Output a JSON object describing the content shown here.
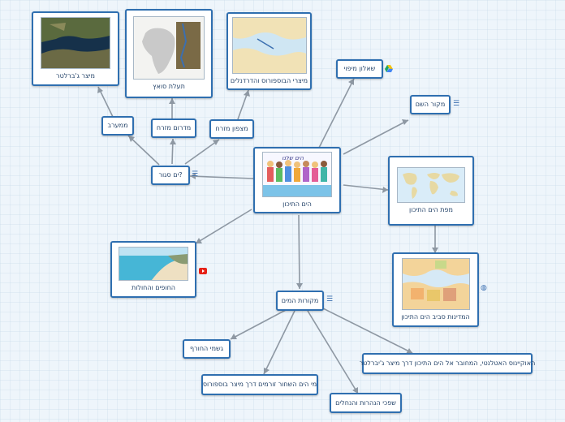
{
  "colors": {
    "border": "#2f6fb0",
    "link": "#8e98a3",
    "text": "#1f3f66",
    "canvas": "#eef5fb"
  },
  "nodes": {
    "center": {
      "label": "הים התיכון"
    },
    "straits": {
      "label": "?ים סגור"
    },
    "west": {
      "label": "ממערב"
    },
    "southeast": {
      "label": "מדרום מזרח"
    },
    "northeast": {
      "label": "מצפון מזרח"
    },
    "gibraltar": {
      "label": "מיצר ג'ברלטר"
    },
    "suez": {
      "label": "תעלת סואץ"
    },
    "bosphorus": {
      "label": "מיצרי הבוספורוס והדרדנלים"
    },
    "question": {
      "label": "שאלון מיפוי"
    },
    "name_origin": {
      "label": "מקור השם"
    },
    "map": {
      "label": "מפת הים התיכון"
    },
    "countries": {
      "label": "המדינות סביב הים התיכון"
    },
    "beaches": {
      "label": "החופים והחולות"
    },
    "water_sources": {
      "label": "מקורות המים"
    },
    "rain": {
      "label": "גשמי החורף"
    },
    "black_sea": {
      "label": "מי הים השחור זורמים דרך מיצר בוספורוס"
    },
    "rivers": {
      "label": "שפכי הנהרות והנחלים"
    },
    "atlantic": {
      "label": "האוקיינוס האטלנטי, המחובר אל הים התיכון דרך מיצר ג'יברלטר"
    }
  },
  "center_image_text": "הים שלנו",
  "icons": {
    "straits": "notes-icon",
    "question": "google-drive-icon",
    "name_origin": "notes-icon",
    "countries": "globe-icon",
    "beaches": "youtube-icon",
    "water_sources": "notes-icon"
  }
}
